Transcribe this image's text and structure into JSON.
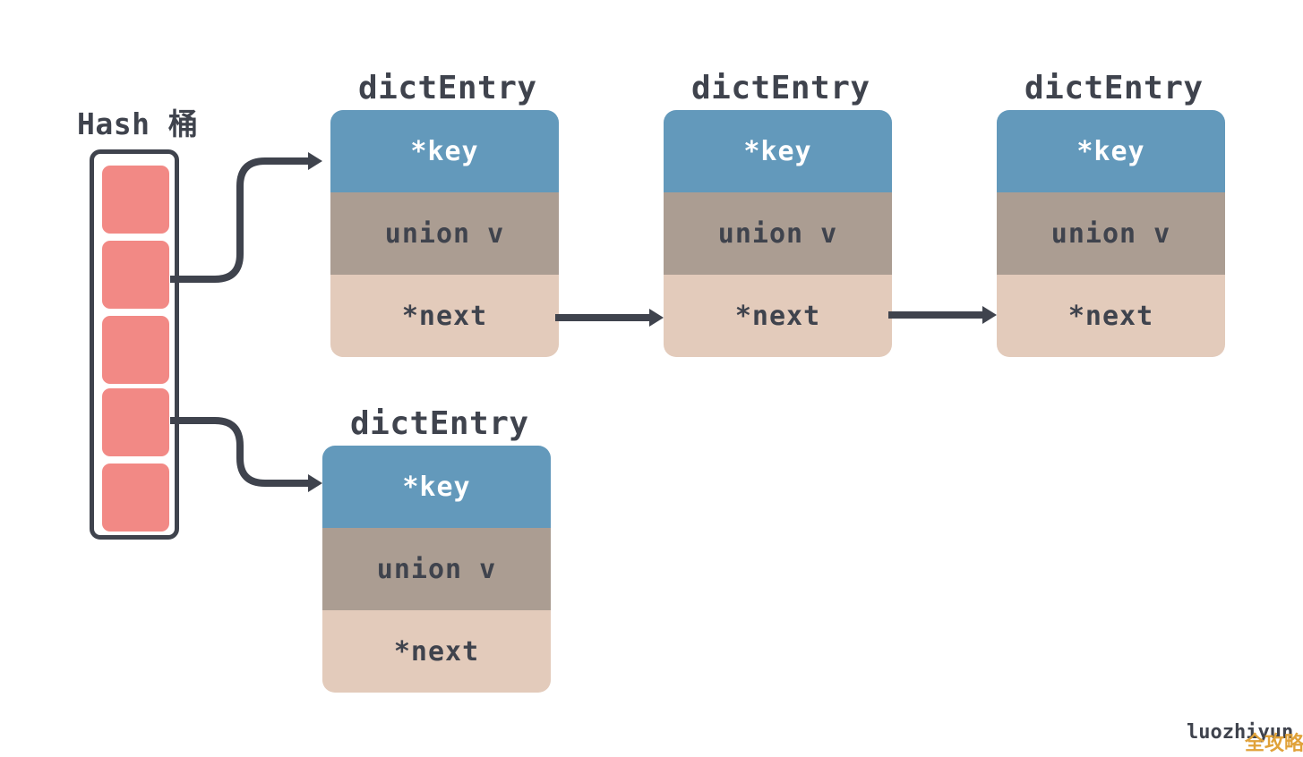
{
  "bucket": {
    "title": "Hash 桶",
    "slot_count": 5
  },
  "entries": [
    {
      "title": "dictEntry",
      "key": "*key",
      "value": "union v",
      "next": "*next"
    },
    {
      "title": "dictEntry",
      "key": "*key",
      "value": "union v",
      "next": "*next"
    },
    {
      "title": "dictEntry",
      "key": "*key",
      "value": "union v",
      "next": "*next"
    },
    {
      "title": "dictEntry",
      "key": "*key",
      "value": "union v",
      "next": "*next"
    }
  ],
  "watermark": {
    "text": "luozhiyun",
    "logo_text": "全攻略"
  },
  "colors": {
    "key": "#6399bb",
    "value": "#ab9d92",
    "next": "#e3cbbb",
    "slot": "#f28985",
    "line": "#3f434d"
  }
}
